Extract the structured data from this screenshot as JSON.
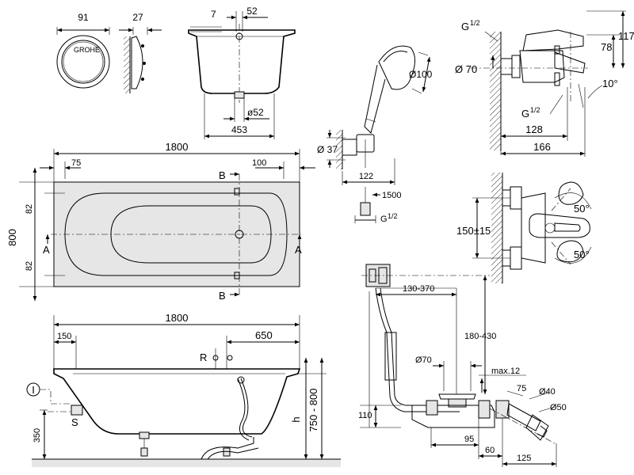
{
  "overflow": {
    "width_label": "91",
    "depth_label": "27"
  },
  "tub_section": {
    "top_label": "52",
    "offset_label": "7",
    "waste_diameter_label": "ø52",
    "bottom_width_label": "453"
  },
  "hand_shower": {
    "head_diameter_label": "Ø100",
    "holder_diameter_label": "Ø 37",
    "holder_length_label": "122",
    "hose_length_label": "1500",
    "hose_thread_label": "G",
    "hose_thread_fraction": "1/2"
  },
  "mixer_side": {
    "thread_top_label": "G",
    "thread_top_fraction": "1/2",
    "body_diameter_label": "Ø 70",
    "height_label": "78",
    "total_height_label": "117",
    "angle_label": "10°",
    "thread_bottom_label": "G",
    "thread_bottom_fraction": "1/2",
    "depth_label": "128",
    "total_depth_label": "166"
  },
  "mixer_front": {
    "centers_label": "150±15",
    "upper_angle_label": "50°",
    "lower_angle_label": "50°"
  },
  "plan_view": {
    "length_label": "1800",
    "left_offset_label": "75",
    "right_offset_label": "100",
    "section_b_top": "B",
    "section_b_bottom": "B",
    "section_a_left": "A",
    "section_a_right": "A",
    "width_label": "800",
    "top_inset_label": "82",
    "bottom_inset_label": "82"
  },
  "elevation": {
    "length_label": "1800",
    "left_label": "150",
    "fill_offset_label": "650",
    "r_label": "R",
    "height_range_label": "750 - 800",
    "h_label": "h",
    "rim_height_label": "350",
    "i_label": "I",
    "s_label": "S"
  },
  "waste_set": {
    "range_label": "130-370",
    "right_range_label": "180-430",
    "plug_diameter_label": "Ø70",
    "max_label": "max.12",
    "angle_label": "75",
    "pipe_diameter_label": "Ø40",
    "outlet_diameter_label": "Ø50",
    "height_label": "110",
    "trap_label": "95",
    "trap_offset_label": "60",
    "outlet_length_label": "125"
  }
}
